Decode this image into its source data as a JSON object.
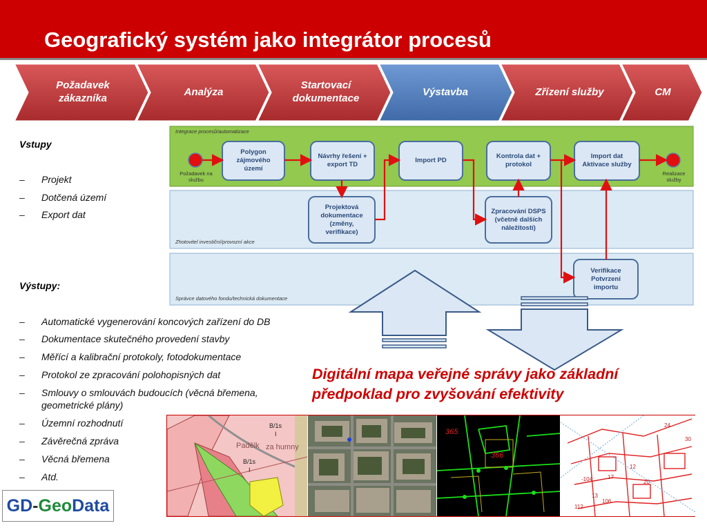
{
  "slide": {
    "title": "Geografický systém jako integrátor procesů"
  },
  "process_chevrons": [
    {
      "label": "Požadavek zákazníka",
      "color": "#c0393b"
    },
    {
      "label": "Analýza",
      "color": "#c0393b"
    },
    {
      "label": "Startovací dokumentace",
      "color": "#c0393b"
    },
    {
      "label": "Výstavba",
      "color": "#4f7fc0"
    },
    {
      "label": "Zřízení služby",
      "color": "#c0393b"
    },
    {
      "label": "CM",
      "color": "#c0393b"
    }
  ],
  "inputs": {
    "heading": "Vstupy",
    "items": [
      "Projekt",
      "Dotčená území",
      "Export dat"
    ]
  },
  "outputs": {
    "heading": "Výstupy:",
    "items": [
      "Automatické vygenerování koncových zařízení do DB",
      "Dokumentace skutečného provedení stavby",
      "Měřící a kalibrační protokoly, fotodokumentace",
      "Protokol ze zpracování polohopisných dat",
      "Smlouvy o smlouvách budoucích (věcná břemena,",
      "geometrické plány)",
      "Územní rozhodnutí",
      "Závěrečná zpráva",
      "Věcná břemena",
      "Atd."
    ]
  },
  "workflow": {
    "lanes": [
      "Integrace procesů/automatizace",
      "Zhotovitel investiční/provozní akce",
      "Správce datového fondu/technická dokumentace"
    ],
    "start_label": "Požadavek na službu",
    "end_label": "Realizace služby",
    "nodes": {
      "polygon": "Polygon zájmového území",
      "navrhy": "Návrhy řešení + export TD",
      "import_pd": "Import PD",
      "kontrola": "Kontrola dat + protokol",
      "import_dat": "Import dat Aktivace služby",
      "projektova": "Projektová dokumentace (změny, verifikace)",
      "zpracovani": "Zpracování DSPS (včetně dalších náležitostí)",
      "verifikace": "Verifikace Potvrzení importu"
    },
    "colors": {
      "lane_green": "#92c94e",
      "lane_blue": "#dbeaf5",
      "node_fill": "#dbe7f4",
      "node_border": "#4a6e9c",
      "arrow": "#e01010",
      "circle": "#e01010"
    }
  },
  "highlight": {
    "line1": "Digitální mapa veřejné správy jako základní",
    "line2": "předpoklad pro zvyšování efektivity"
  },
  "map_tiles": {
    "tile1_labels": [
      "B/1s",
      "I",
      "B/1s",
      "I",
      "Padělk",
      "za humny"
    ],
    "tile3_labels": [
      "365",
      "366"
    ],
    "tile4_labels": [
      "24",
      "30",
      "12",
      "-104",
      "17",
      "20",
      "13",
      "106",
      "112"
    ]
  },
  "logo": {
    "gd": "GD",
    "dash": "-",
    "geo": "Geo",
    "data": "Data"
  }
}
